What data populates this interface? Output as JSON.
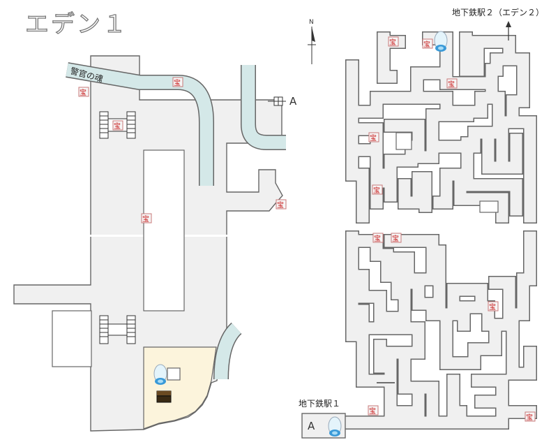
{
  "title": "エデン１",
  "station_1_label": "地下鉄駅１",
  "station_2_label": "地下鉄駅２（エデン２）",
  "road_label": "警官の魂",
  "point_a_label": "A",
  "compass_label": "N",
  "treasure_glyph": "宝",
  "colors": {
    "floor": "#f0f0f0",
    "wall": "#666666",
    "water": "#d4e8e8",
    "special_area": "#fcf4dc",
    "treasure_text": "#c81818",
    "background": "#ffffff"
  },
  "icons": [
    "compass-icon",
    "stairs-icon",
    "treasure-marker",
    "save-crystal-icon",
    "treasure-chest-icon",
    "warp-arrow-icon"
  ]
}
